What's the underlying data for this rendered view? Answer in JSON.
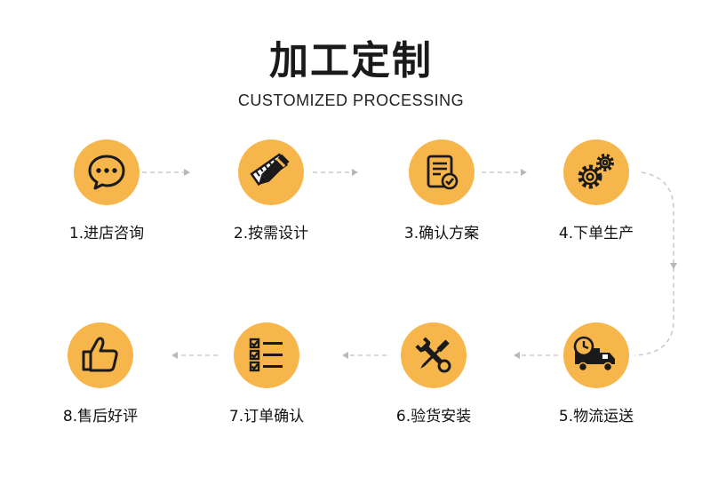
{
  "header": {
    "title": "加工定制",
    "subtitle": "CUSTOMIZED PROCESSING"
  },
  "steps": [
    {
      "label": "1.进店咨询",
      "icon": "chat-bubble-icon"
    },
    {
      "label": "2.按需设计",
      "icon": "design-pencil-icon"
    },
    {
      "label": "3.确认方案",
      "icon": "document-check-icon"
    },
    {
      "label": "4.下单生产",
      "icon": "gears-icon"
    },
    {
      "label": "5.物流运送",
      "icon": "delivery-truck-icon"
    },
    {
      "label": "6.验货安装",
      "icon": "wrench-screwdriver-icon"
    },
    {
      "label": "7.订单确认",
      "icon": "checklist-icon"
    },
    {
      "label": "8.售后好评",
      "icon": "thumbs-up-icon"
    }
  ],
  "colors": {
    "accent": "#f6b64c",
    "icon": "#1a1a1a",
    "connector": "#cccccc"
  }
}
